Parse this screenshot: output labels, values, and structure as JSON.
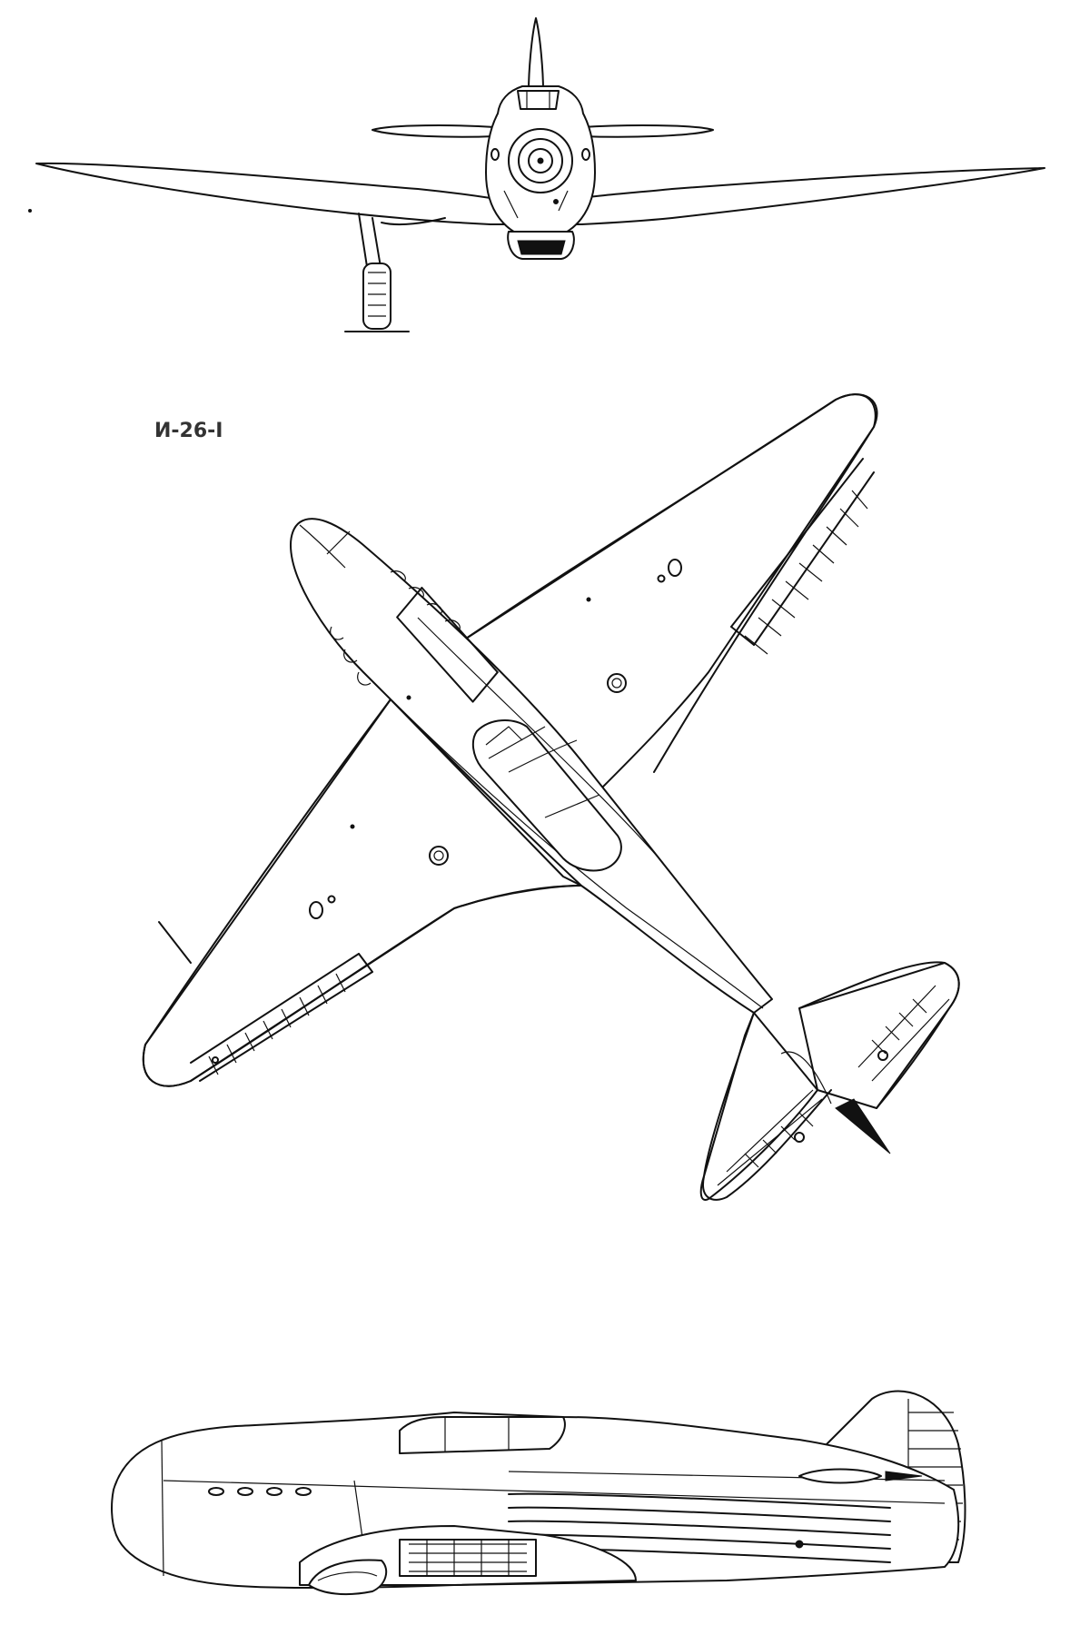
{
  "title": "И-26-I",
  "views": [
    {
      "id": "front",
      "icon": "aircraft-front-view"
    },
    {
      "id": "top",
      "icon": "aircraft-top-view"
    },
    {
      "id": "side",
      "icon": "aircraft-side-view"
    }
  ],
  "line_color": "#111111",
  "background": "#ffffff"
}
